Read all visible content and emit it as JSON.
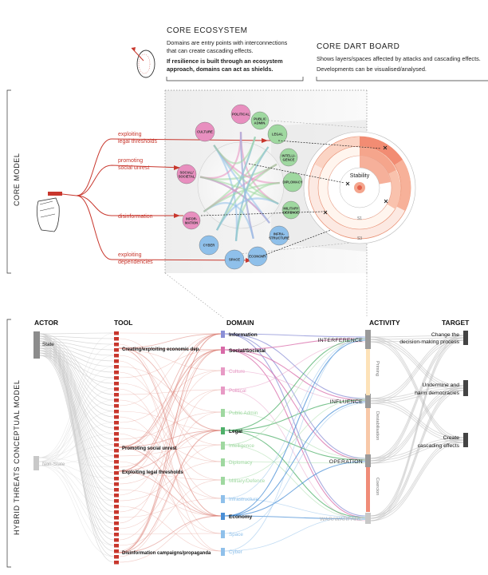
{
  "core_ecosystem": {
    "title": "CORE ECOSYSTEM",
    "desc_line1": "Domains are entry points with interconnections",
    "desc_line2": "that can create cascading effects.",
    "bold_line1": "If resilience is built through an ecosystem",
    "bold_line2": "approach, domains can act as shields."
  },
  "core_dart_board": {
    "title": "CORE DART BOARD",
    "desc_line1": "Shows layers/spaces affected by attacks and cascading effects.",
    "desc_line2": "Developments can be visualised/analysed.",
    "center_label": "Stability",
    "ring_s1": "S1",
    "ring_s3": "S3"
  },
  "side_labels": {
    "core_model": "CORE MODEL",
    "conceptual_model": "HYBRID THREATS CONCEPTUAL MODEL"
  },
  "core_tools": [
    {
      "line1": "exploiting",
      "line2": "legal thresholds"
    },
    {
      "line1": "promoting",
      "line2": "social unrest"
    },
    {
      "line1": "disinformation",
      "line2": ""
    },
    {
      "line1": "exploiting",
      "line2": "dependencies"
    }
  ],
  "domain_circles": [
    {
      "line1": "POLITICAL",
      "line2": "",
      "color": "#e88fbf"
    },
    {
      "line1": "PUBLIC",
      "line2": "ADMIN.",
      "color": "#9fd8a0"
    },
    {
      "line1": "LEGAL",
      "line2": "",
      "color": "#9fd8a0"
    },
    {
      "line1": "INTELLI-",
      "line2": "GENCE",
      "color": "#9fd8a0"
    },
    {
      "line1": "DIPLOMACY",
      "line2": "",
      "color": "#9fd8a0"
    },
    {
      "line1": "MILITARY",
      "line2": "DEFENCE",
      "color": "#9fd8a0"
    },
    {
      "line1": "INFRA-",
      "line2": "STRUCTURE",
      "color": "#8fc0ea"
    },
    {
      "line1": "ECONOMY",
      "line2": "",
      "color": "#8fc0ea"
    },
    {
      "line1": "SPACE",
      "line2": "",
      "color": "#8fc0ea"
    },
    {
      "line1": "CYBER",
      "line2": "",
      "color": "#8fc0ea"
    },
    {
      "line1": "INFOR-",
      "line2": "MATION",
      "color": "#e88fbf"
    },
    {
      "line1": "SOCIAL/",
      "line2": "SOCIETAL",
      "color": "#e88fbf"
    },
    {
      "line1": "CULTURE",
      "line2": "",
      "color": "#e88fbf"
    }
  ],
  "headers": {
    "actor": "ACTOR",
    "tool": "TOOL",
    "domain": "DOMAIN",
    "activity": "ACTIVITY",
    "target": "TARGET"
  },
  "actors": [
    {
      "label": "State",
      "dim": false
    },
    {
      "label": "Non-State",
      "dim": true
    }
  ],
  "tools": [
    "Creating/exploiting economic dep.",
    "Promoting social unrest",
    "Exploiting legal thresholds",
    "Disinformation campaigns/propaganda"
  ],
  "domains": [
    {
      "label": "Information",
      "bold": true,
      "color": "#8b8fd6"
    },
    {
      "label": "Social/Societal",
      "bold": true,
      "color": "#d86aa8"
    },
    {
      "label": "Culture",
      "bold": false,
      "color": "#e79ac5"
    },
    {
      "label": "Political",
      "bold": false,
      "color": "#e79ac5"
    },
    {
      "label": "Public Admin",
      "bold": false,
      "color": "#9fd8a0"
    },
    {
      "label": "Legal",
      "bold": true,
      "color": "#4fb06a"
    },
    {
      "label": "Intelligence",
      "bold": false,
      "color": "#9fd8a0"
    },
    {
      "label": "Diplomacy",
      "bold": false,
      "color": "#9fd8a0"
    },
    {
      "label": "Military/Defence",
      "bold": false,
      "color": "#9fd8a0"
    },
    {
      "label": "Infrastructure",
      "bold": false,
      "color": "#8fc0ea"
    },
    {
      "label": "Economy",
      "bold": true,
      "color": "#4a8fd6"
    },
    {
      "label": "Space",
      "bold": false,
      "color": "#8fc0ea"
    },
    {
      "label": "Cyber",
      "bold": false,
      "color": "#8fc0ea"
    }
  ],
  "activities": [
    {
      "label": "INTERFERENCE",
      "dim": false
    },
    {
      "label": "INFLUENCE",
      "dim": false
    },
    {
      "label": "OPERATION",
      "dim": false
    },
    {
      "label": "WAR/WARFARE",
      "dim": true
    }
  ],
  "phases": [
    "Priming",
    "Destabilisation",
    "Coercion"
  ],
  "targets": [
    {
      "line1": "Change the",
      "line2": "decision-making process"
    },
    {
      "line1": "Undermine and",
      "line2": "harm democracies"
    },
    {
      "line1": "Create",
      "line2": "cascading effects"
    }
  ],
  "colors": {
    "tool_red": "#c8372d",
    "pink": "#d86aa8",
    "green": "#6cc38a",
    "blue": "#5aa2de",
    "gray_flow": "#c8c8c8"
  }
}
